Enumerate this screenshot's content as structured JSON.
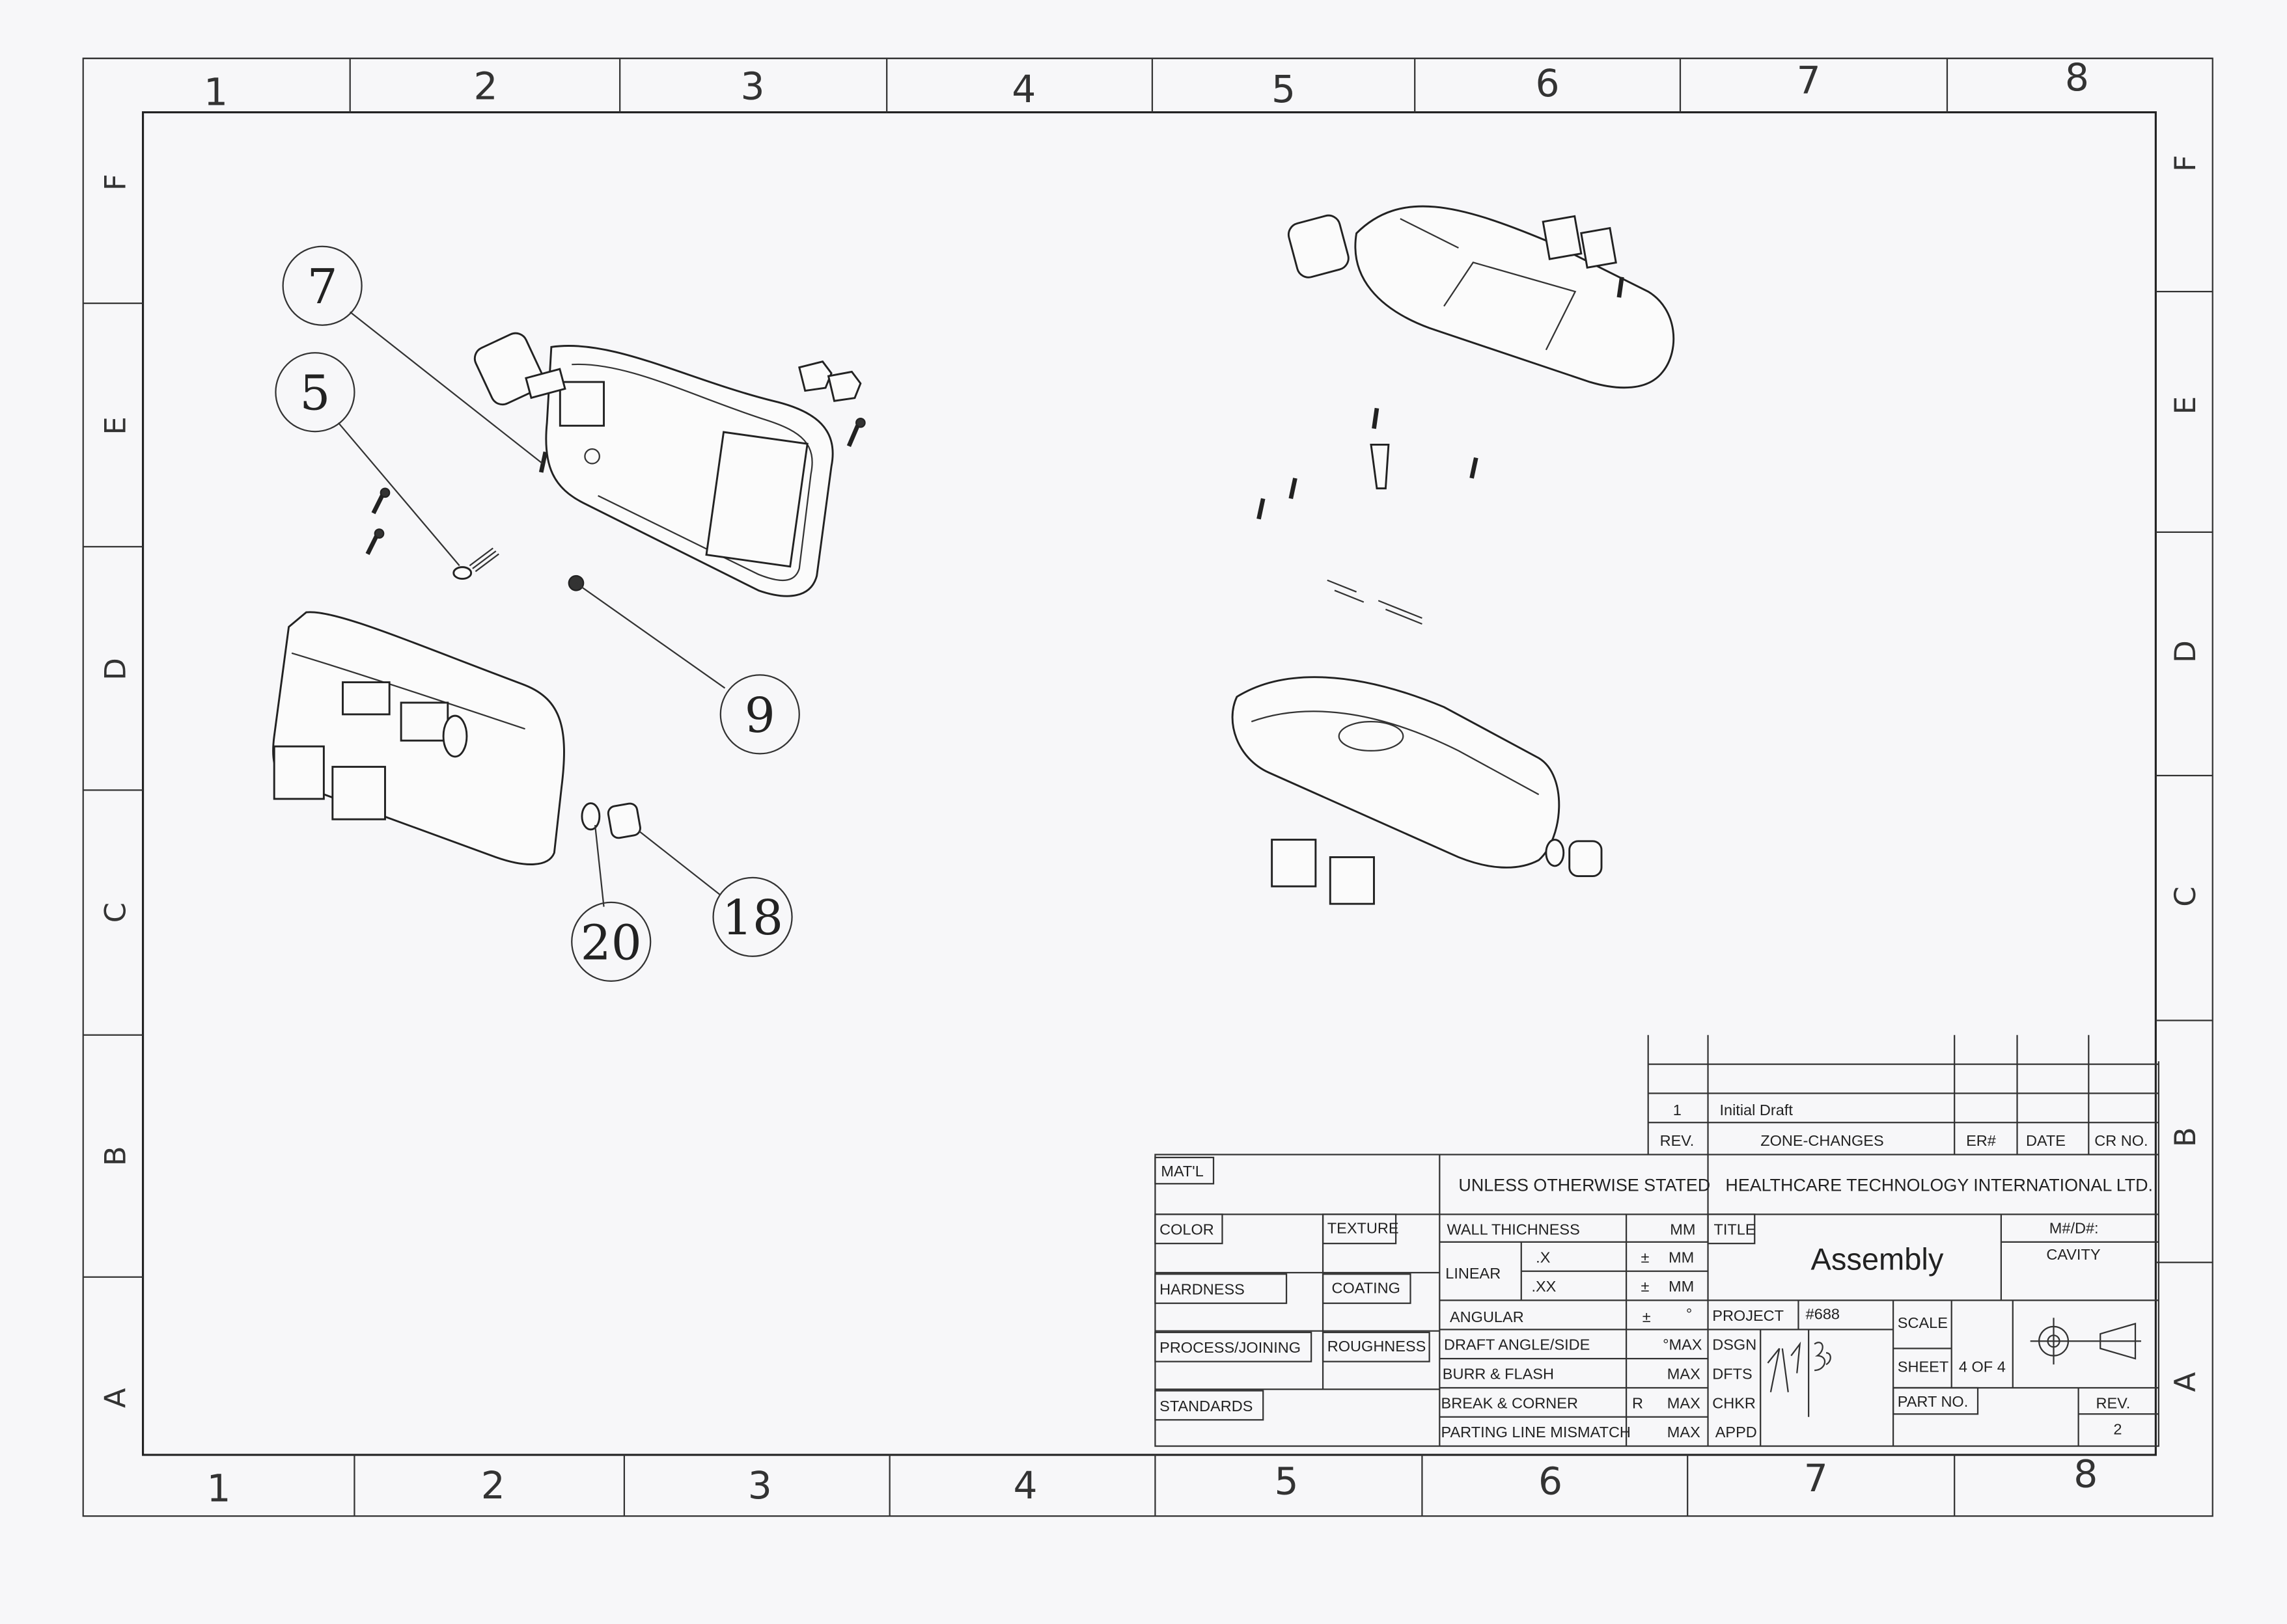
{
  "zones": {
    "columns": [
      "1",
      "2",
      "3",
      "4",
      "5",
      "6",
      "7",
      "8"
    ],
    "rows": [
      "F",
      "E",
      "D",
      "C",
      "B",
      "A"
    ]
  },
  "balloons": [
    "7",
    "5",
    "9",
    "18",
    "20"
  ],
  "revision_block": {
    "entries": [
      {
        "rev": "1",
        "description": "Initial Draft"
      }
    ],
    "headers": {
      "rev": "REV.",
      "zone_changes": "ZONE-CHANGES",
      "er": "ER#",
      "date": "DATE",
      "cr_no": "CR NO."
    }
  },
  "title_block": {
    "matl": "MAT'L",
    "color": "COLOR",
    "texture": "TEXTURE",
    "hardness": "HARDNESS",
    "coating": "COATING",
    "process": "PROCESS/JOINING",
    "roughness": "ROUGHNESS",
    "standards": "STANDARDS",
    "unless": "UNLESS OTHERWISE STATED",
    "company": "HEALTHCARE TECHNOLOGY INTERNATIONAL LTD.",
    "wall": "WALL THICHNESS",
    "mm": "MM",
    "linear": "LINEAR",
    "x1": ".X",
    "x2": ".XX",
    "pm": "±",
    "angular": "ANGULAR",
    "deg": "°",
    "draft": "DRAFT ANGLE/SIDE",
    "deg_max": "°MAX",
    "max": "MAX",
    "burr": "BURR & FLASH",
    "break": "BREAK & CORNER",
    "r": "R",
    "parting": "PARTING LINE MISMATCH",
    "title_label": "TITLE",
    "title": "Assembly",
    "md": "M#/D#:",
    "cavity": "CAVITY",
    "project_label": "PROJECT",
    "project": "#688",
    "scale": "SCALE",
    "dsgn": "DSGN",
    "dfts": "DFTS",
    "chkr": "CHKR",
    "appd": "APPD",
    "sheet_label": "SHEET",
    "sheet": "4 OF 4",
    "part_no": "PART NO.",
    "rev_label": "REV.",
    "rev": "2"
  }
}
